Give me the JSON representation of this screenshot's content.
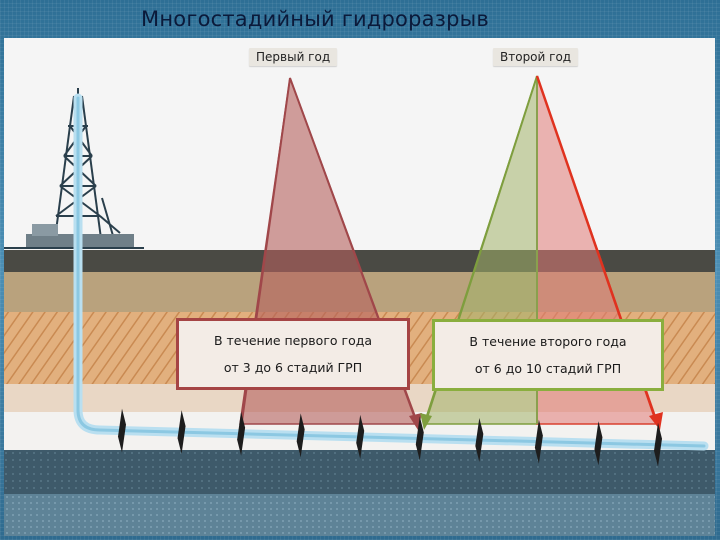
{
  "title": "Многостадийный гидроразрыв",
  "labels": {
    "year1": "Первый год",
    "year2": "Второй год"
  },
  "boxes": {
    "year1": {
      "line1": "В течение первого года",
      "line2": "от 3 до 6 стадий ГРП",
      "border_color": "#a54444"
    },
    "year2": {
      "line1": "В течение второго года",
      "line2": "от 6 до 10 стадий ГРП",
      "border_color": "#8aae3e"
    }
  },
  "colors": {
    "year1_fan": "#b5615e",
    "year2_fan_green": "#a3b26a",
    "year2_fan_red": "#e07a76",
    "pipe": "#9fd2e8"
  },
  "fracture_stages_count": 10
}
